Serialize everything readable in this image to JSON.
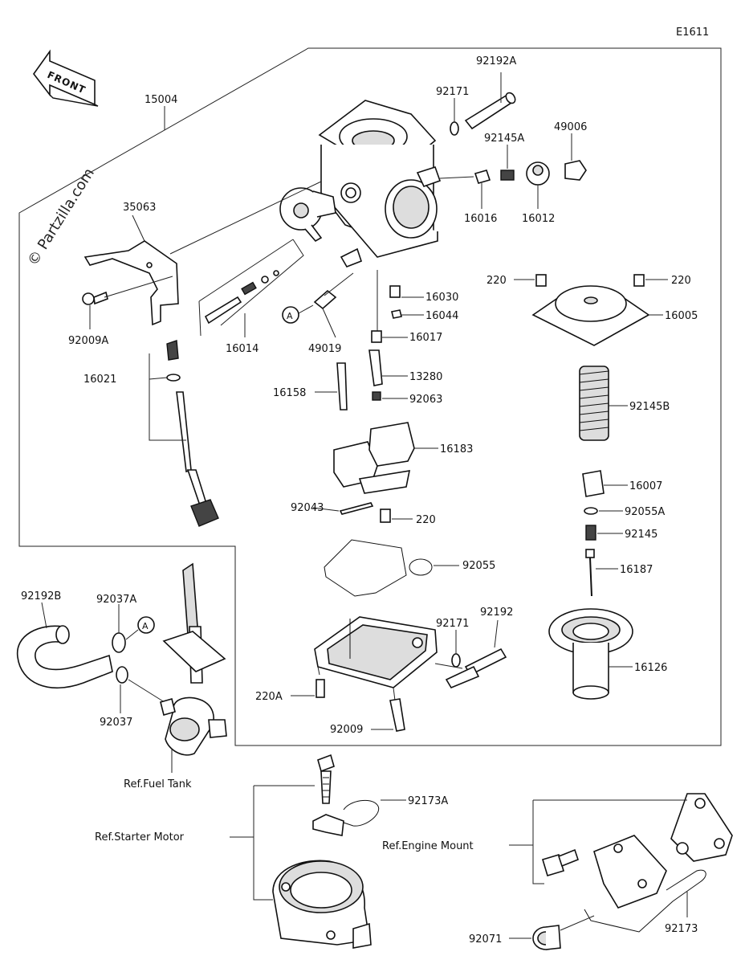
{
  "diagram_code": "E1611",
  "front_label": "FRONT",
  "watermark": "© Partzilla.com",
  "callout_marker": "A",
  "parts": {
    "p15004": "15004",
    "p35063": "35063",
    "p92009A": "92009A",
    "p16014": "16014",
    "p49019": "49019",
    "p16021": "16021",
    "p92192A": "92192A",
    "p92171a": "92171",
    "p92145A": "92145A",
    "p49006": "49006",
    "p16016": "16016",
    "p16012": "16012",
    "p16030": "16030",
    "p16044": "16044",
    "p16017": "16017",
    "p13280": "13280",
    "p16158": "16158",
    "p92063": "92063",
    "p16183": "16183",
    "p92043": "92043",
    "p220a": "220",
    "p220b": "220",
    "p220c": "220",
    "p16005": "16005",
    "p92145B": "92145B",
    "p16007": "16007",
    "p92055A": "92055A",
    "p92145": "92145",
    "p16187": "16187",
    "p92055": "92055",
    "p16126": "16126",
    "p92171b": "92171",
    "p92192": "92192",
    "p220A": "220A",
    "p92009": "92009",
    "p92192B": "92192B",
    "p92037A": "92037A",
    "p92037": "92037",
    "p92173A": "92173A",
    "p92173": "92173",
    "p92071": "92071"
  },
  "references": {
    "fuel_tank": "Ref.Fuel Tank",
    "starter_motor": "Ref.Starter Motor",
    "engine_mount": "Ref.Engine Mount"
  }
}
